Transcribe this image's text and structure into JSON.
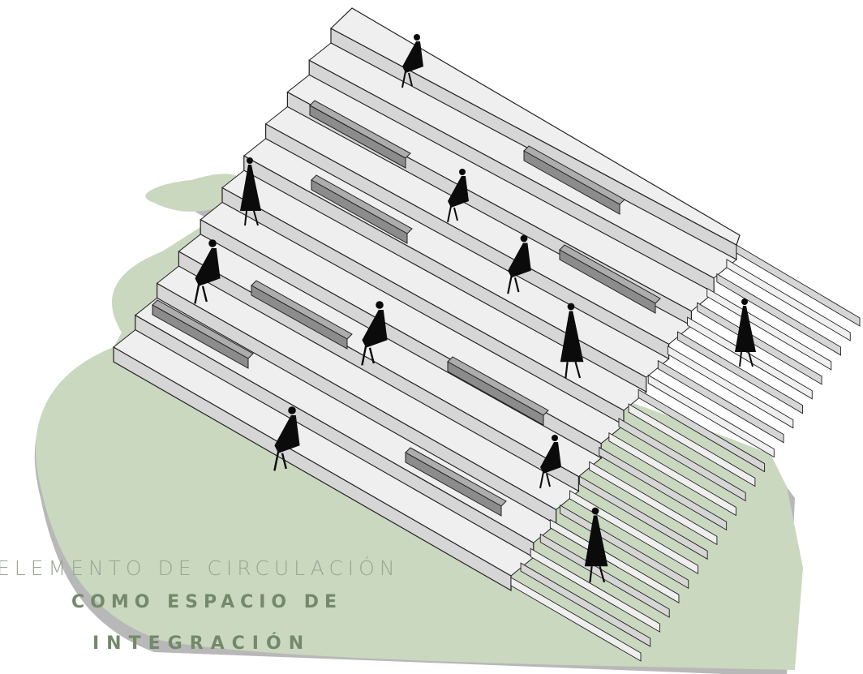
{
  "illustration": {
    "subject": "stairs-with-benches-and-people",
    "colors": {
      "ground": "#c9d8bf",
      "ground_shadow": "#b8b8b8",
      "tread": "#efefef",
      "riser": "#d6d6d6",
      "bench_top": "#adadad",
      "bench_side": "#8c8c8c",
      "edge": "#222222",
      "figure": "#0b0b0b"
    }
  },
  "caption": {
    "line1": "ELEMENTO DE CIRCULACIÓN",
    "line2": "COMO ESPACIO DE",
    "line3": "INTEGRACIÓN"
  }
}
